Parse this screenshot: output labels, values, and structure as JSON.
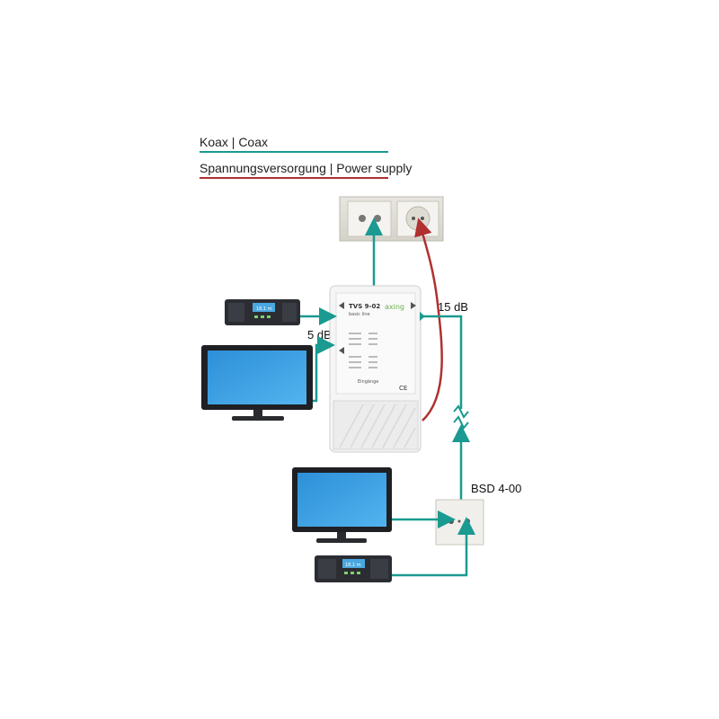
{
  "legend": {
    "coax_label": "Koax | Coax",
    "power_label": "Spannungsversorgung | Power supply",
    "coax_color": "#1a9a90",
    "power_color": "#b03030"
  },
  "labels": {
    "left_attenuation": "5 dB",
    "right_attenuation": "15 dB",
    "socket_name": "BSD 4-00"
  },
  "amplifier": {
    "model": "TVS 9-02",
    "subtitle": "basic line",
    "brand": "axing",
    "input_label": "Eingänge",
    "ce_mark": "CE"
  },
  "receiver": {
    "display_text": "18,1 m"
  },
  "icons": [
    "tv-icon",
    "receiver-icon",
    "wall-socket-icon",
    "power-outlet-icon",
    "amplifier-icon"
  ]
}
